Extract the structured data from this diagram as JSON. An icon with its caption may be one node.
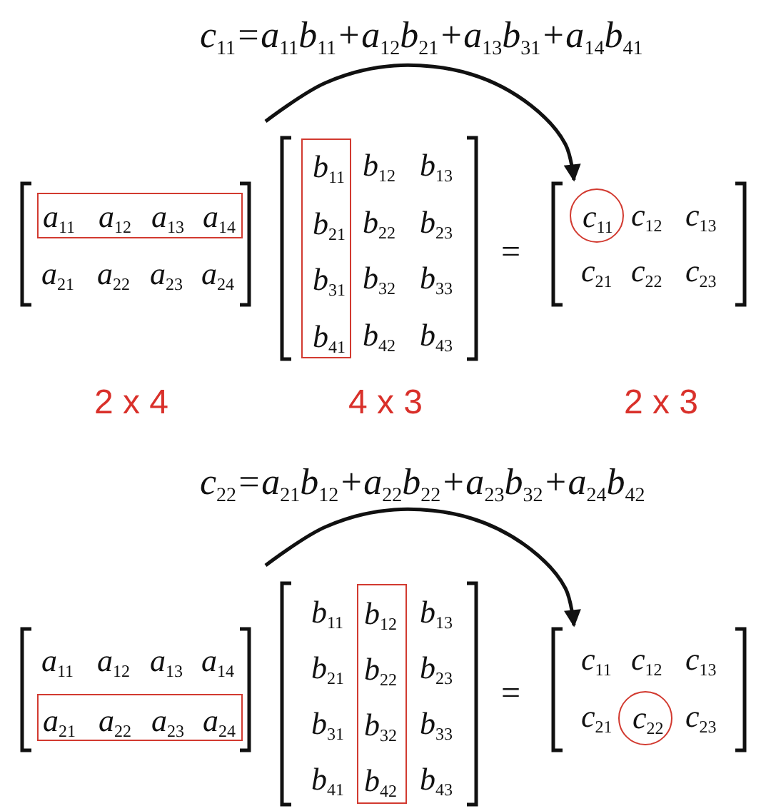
{
  "diagram": {
    "nodes": [
      {
        "text": [
          "a$_{21}$",
          "a$_{22}$",
          "a$_{23}$",
          "a$_{24}$"
        ],
        "beside": [
          "2 x 4"
        ]
      },
      {
        "text": [
          "a$_{11}$",
          "a$_{12}$",
          "a$_{13}$",
          "a$_{14}$"
        ],
        "in": 0
      },
      {
        "text": [
          "b$_{12}$",
          "b$_{13}$",
          "b$_{22}$",
          "b$_{23}$",
          "b$_{32}$",
          "b$_{33}$",
          "b$_{42}$",
          "b$_{43}$"
        ],
        "beside": [
          "4 x 3"
        ]
      },
      {
        "text": [
          "b$_{11}$",
          "b$_{21}$",
          "b$_{31}$",
          "b$_{41}$"
        ],
        "in": 2
      },
      {
        "text": [
          "c$_{12}$",
          "c$_{13}$",
          "c$_{21}$",
          "c$_{22}$",
          "c$_{23}$"
        ],
        "beside": [
          "2 x 3"
        ]
      },
      {
        "text": [
          "c$_{11}$"
        ],
        "in": 4
      },
      {
        "text": [
          "a$_{11}$",
          "a$_{12}$",
          "a$_{13}$",
          "a$_{14}$"
        ]
      },
      {
        "text": [
          "a$_{21}$",
          "a$_{22}$",
          "a$_{23}$",
          "a$_{24}$"
        ],
        "in": 6
      },
      {
        "text": [
          "b$_{11}$",
          "b$_{13}$",
          "b$_{21}$",
          "b$_{23}$",
          "b$_{31}$",
          "b$_{33}$",
          "b$_{41}$",
          "b$_{43}$"
        ]
      },
      {
        "text": [
          "b$_{12}$",
          "b$_{22}$",
          "b$_{32}$",
          "b$_{42}$"
        ],
        "in": 8
      },
      {
        "text": [
          "c$_{11}$",
          "c$_{12}$",
          "c$_{13}$",
          "c$_{21}$",
          "c$_{23}$"
        ]
      },
      {
        "text": [
          "c$_{22}$"
        ],
        "in": 10
      }
    ],
    "edges": [
      {
        "from": null,
        "to": 4,
        "arrow": "to"
      },
      {
        "from": null,
        "to": 10,
        "arrow": "to"
      }
    ],
    "labels": [
      "c$_{11}$=a$_{11}$b$_{11}$+a$_{12}$b$_{21}$+a$_{13}$b$_{31}$+a$_{14}$b$_{41}$",
      "=",
      "c$_{22}$=a$_{21}$b$_{12}$+a$_{22}$b$_{22}$+a$_{23}$b$_{32}$+a$_{24}$b$_{42}$",
      "="
    ]
  }
}
